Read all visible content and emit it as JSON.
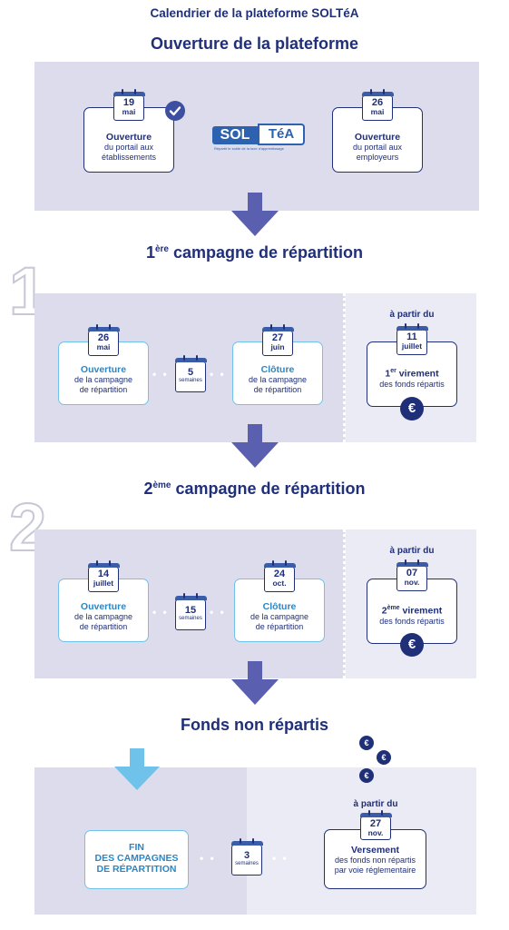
{
  "header": {
    "title": "Calendrier de la plateforme SOLTéA"
  },
  "section_open": {
    "title": "Ouverture de la plateforme",
    "left_card": {
      "day": "19",
      "month": "mai",
      "title": "Ouverture",
      "text1": "du portail aux",
      "text2": "établissements"
    },
    "right_card": {
      "day": "26",
      "month": "mai",
      "title": "Ouverture",
      "text1": "du portail aux",
      "text2": "employeurs"
    },
    "logo": {
      "sol": "SOL",
      "tea": "TéA",
      "tagline1": "Répartir le solde de",
      "tagline2": "la taxe d'apprentissage"
    }
  },
  "campaign1": {
    "number": "1",
    "title_num": "1",
    "title_sup": "ère",
    "title_rest": " campagne de répartition",
    "open_card": {
      "day": "26",
      "month": "mai",
      "title": "Ouverture",
      "text1": "de la campagne",
      "text2": "de répartition"
    },
    "duration": {
      "num": "5",
      "unit": "semaines"
    },
    "close_card": {
      "day": "27",
      "month": "juin",
      "title": "Clôture",
      "text1": "de la campagne",
      "text2": "de répartition"
    },
    "transfer": {
      "from": "à partir du",
      "day": "11",
      "month": "juillet",
      "ord_num": "1",
      "ord_sup": "er",
      "title_rest": " virement",
      "text": "des fonds répartis",
      "currency": "€"
    }
  },
  "campaign2": {
    "number": "2",
    "title_num": "2",
    "title_sup": "ème",
    "title_rest": " campagne de répartition",
    "open_card": {
      "day": "14",
      "month": "juillet",
      "title": "Ouverture",
      "text1": "de la campagne",
      "text2": "de répartition"
    },
    "duration": {
      "num": "15",
      "unit": "semaines"
    },
    "close_card": {
      "day": "24",
      "month": "oct.",
      "title": "Clôture",
      "text1": "de la campagne",
      "text2": "de répartition"
    },
    "transfer": {
      "from": "à partir du",
      "day": "07",
      "month": "nov.",
      "ord_num": "2",
      "ord_sup": "ème",
      "title_rest": " virement",
      "text": "des fonds répartis",
      "currency": "€"
    }
  },
  "unallocated": {
    "title": "Fonds non répartis",
    "end_card": {
      "line1": "FIN",
      "line2": "DES CAMPAGNES",
      "line3": "DE RÉPARTITION"
    },
    "duration": {
      "num": "3",
      "unit": "semaines"
    },
    "payment": {
      "from": "à partir du",
      "day": "27",
      "month": "nov.",
      "title": "Versement",
      "text1": "des fonds non répartis",
      "text2": "par voie réglementaire"
    },
    "coins": [
      "€",
      "€",
      "€"
    ]
  },
  "colors": {
    "navy": "#1f2f78",
    "light_blue": "#6fc3ea",
    "panel": "#dcdcec",
    "arrow": "#5a5fb0"
  }
}
